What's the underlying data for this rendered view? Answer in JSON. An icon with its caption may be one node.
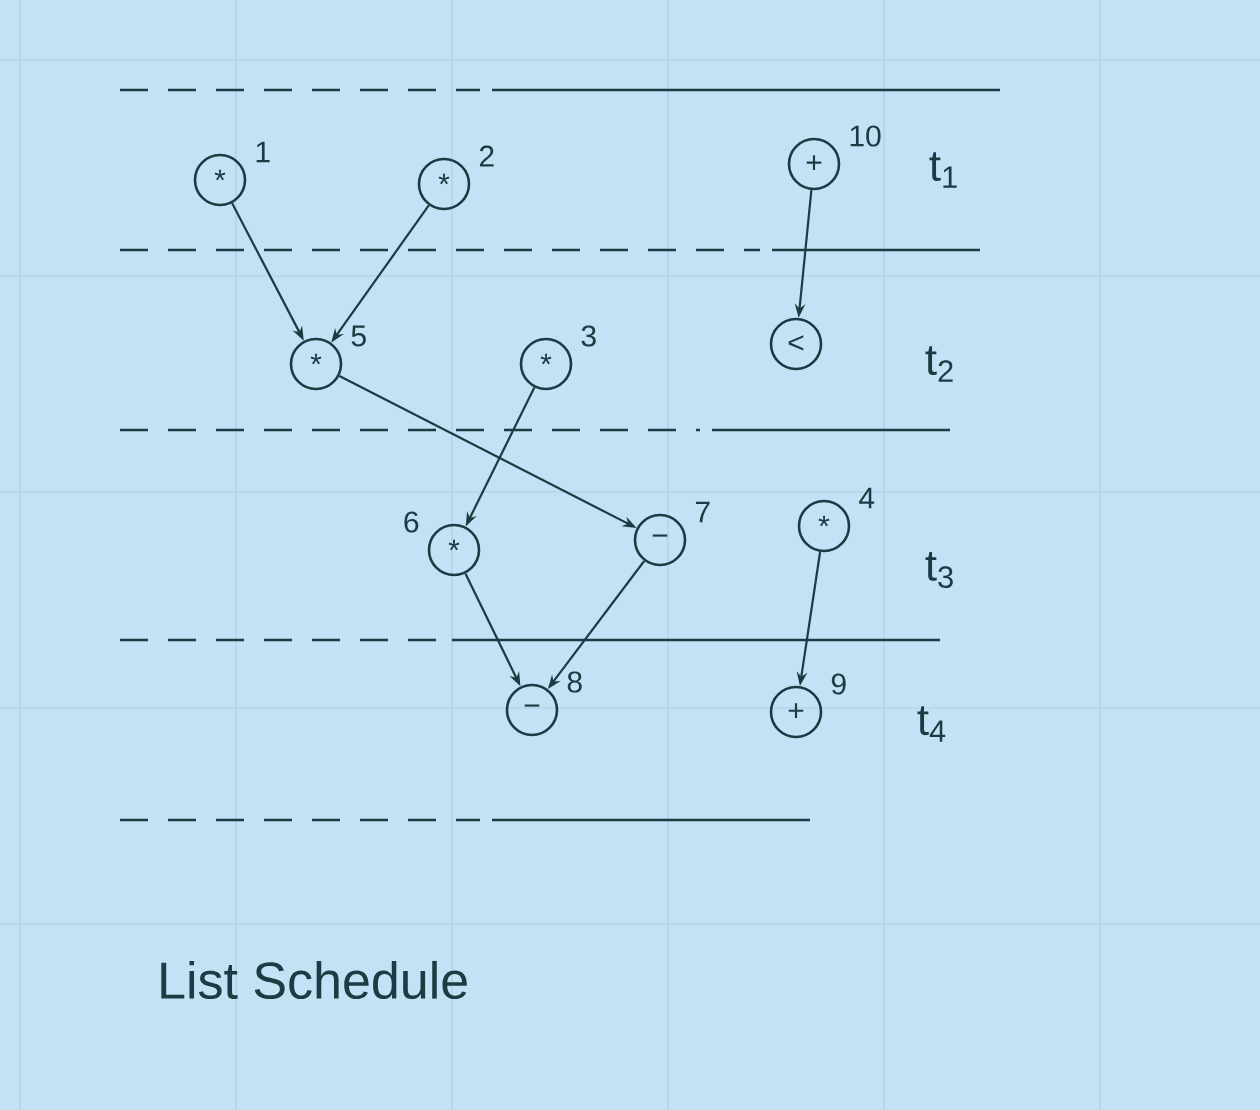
{
  "diagram": {
    "title": "List Schedule",
    "nodes": [
      {
        "text": [
          "*"
        ],
        "beside": [
          "1"
        ]
      },
      {
        "text": [
          "*"
        ],
        "beside": [
          "2"
        ]
      },
      {
        "text": [
          "+"
        ],
        "beside": [
          "10"
        ]
      },
      {
        "text": [
          "*"
        ],
        "beside": [
          "5"
        ]
      },
      {
        "text": [
          "*"
        ],
        "beside": [
          "3"
        ]
      },
      {
        "text": [
          "<"
        ]
      },
      {
        "text": [
          "*"
        ],
        "beside": [
          "6"
        ]
      },
      {
        "text": [
          "−"
        ],
        "beside": [
          "7"
        ]
      },
      {
        "text": [
          "*"
        ],
        "beside": [
          "4"
        ]
      },
      {
        "text": [
          "−"
        ],
        "beside": [
          "8"
        ]
      },
      {
        "text": [
          "+"
        ],
        "beside": [
          "9"
        ]
      }
    ],
    "edges": [
      {
        "from": 0,
        "to": 3,
        "arrow": "to"
      },
      {
        "from": 1,
        "to": 3,
        "arrow": "to"
      },
      {
        "from": 2,
        "to": 5,
        "arrow": "to"
      },
      {
        "from": 3,
        "to": 7,
        "arrow": "to"
      },
      {
        "from": 4,
        "to": 6,
        "arrow": "to"
      },
      {
        "from": 6,
        "to": 9,
        "arrow": "to"
      },
      {
        "from": 7,
        "to": 9,
        "arrow": "to"
      },
      {
        "from": 8,
        "to": 10,
        "arrow": "to"
      }
    ],
    "labels": [
      "t$_{1}$",
      "t$_{2}$",
      "t$_{3}$",
      "t$_{4}$"
    ]
  }
}
